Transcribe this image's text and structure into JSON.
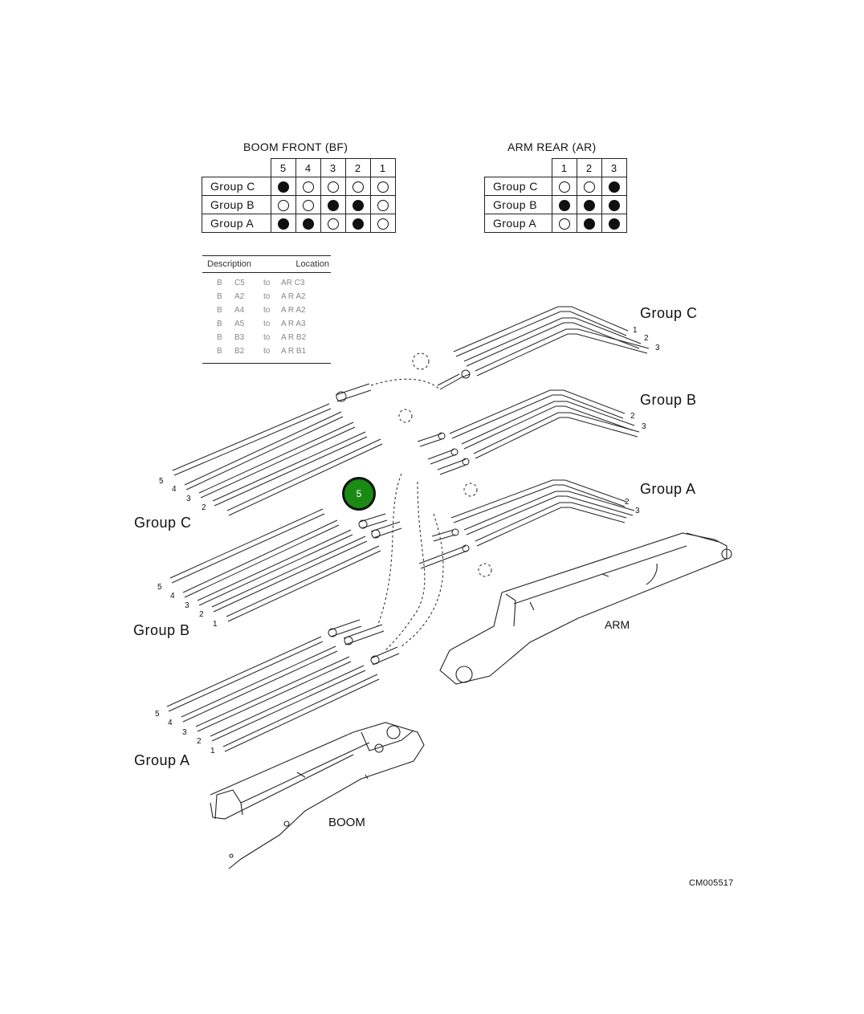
{
  "boom_front": {
    "title": "BOOM FRONT (BF)",
    "columns": [
      "5",
      "4",
      "3",
      "2",
      "1"
    ],
    "rows": [
      {
        "label": "Group C",
        "filled": [
          true,
          false,
          false,
          false,
          false
        ]
      },
      {
        "label": "Group B",
        "filled": [
          false,
          false,
          true,
          true,
          false
        ]
      },
      {
        "label": "Group A",
        "filled": [
          true,
          true,
          false,
          true,
          false
        ]
      }
    ]
  },
  "arm_rear": {
    "title": "ARM REAR (AR)",
    "columns": [
      "1",
      "2",
      "3"
    ],
    "rows": [
      {
        "label": "Group C",
        "filled": [
          false,
          false,
          true
        ]
      },
      {
        "label": "Group B",
        "filled": [
          true,
          true,
          true
        ]
      },
      {
        "label": "Group A",
        "filled": [
          false,
          true,
          true
        ]
      }
    ]
  },
  "description_table": {
    "headers": [
      "Description",
      "Location"
    ],
    "rows": [
      [
        "B",
        "C5",
        "to",
        "AR C3"
      ],
      [
        "B",
        "A2",
        "to",
        "A R A2"
      ],
      [
        "B",
        "A4",
        "to",
        "A R A2"
      ],
      [
        "B",
        "A5",
        "to",
        "A R A3"
      ],
      [
        "B",
        "B3",
        "to",
        "A R B2"
      ],
      [
        "B",
        "B2",
        "to",
        "A R B1"
      ]
    ]
  },
  "group_labels": {
    "right_c": "Group C",
    "right_b": "Group B",
    "right_a": "Group A",
    "left_c": "Group C",
    "left_b": "Group B",
    "left_a": "Group A"
  },
  "part_labels": {
    "arm": "ARM",
    "boom": "BOOM"
  },
  "tube_numbers": {
    "left": [
      "5",
      "4",
      "3",
      "2",
      "1"
    ],
    "right": [
      "1",
      "2",
      "3"
    ]
  },
  "callout": {
    "label": "5",
    "color": "#1a8a14"
  },
  "drawing_code": "CM005517"
}
